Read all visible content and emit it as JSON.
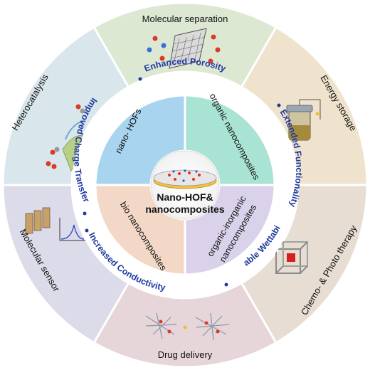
{
  "center": {
    "line1": "Nano-HOF&",
    "line2": "nanocomposites"
  },
  "applications": {
    "molecular_separation": "Molecular separation",
    "energy_storage": "Energy storage",
    "chemo_photo_therapy": "Chemo- & Photo therapy",
    "drug_delivery": "Drug delivery",
    "molecular_sensor": "Molecular sensor",
    "heterocatalysis": "Heterocatalysis"
  },
  "properties": {
    "enhanced_porosity": "Enhanced Porosity",
    "extended_functionality": "Extended Functionality",
    "tunable_wettability": "Tunable Wettability",
    "increased_conductivity": "Increased Conductivity",
    "improved_charge_transfer": "Improved Charge Transfer"
  },
  "materials": {
    "nano_hofs": "nano- HOFs",
    "organic_nanocomposites": "organic nanocomposites",
    "organic_inorganic_line1": "organic-inorganic",
    "organic_inorganic_line2": "nanocomposites",
    "bio_nanocomposites": "bio nanocomposites"
  },
  "colors": {
    "molecular_separation": "#dce8d2",
    "energy_storage": "#efe3cd",
    "chemo_photo_therapy": "#e8ddd3",
    "drug_delivery": "#e6d5d9",
    "molecular_sensor": "#dcdbe9",
    "heterocatalysis": "#d9e6ec",
    "nano_hofs": "#a9d4ef",
    "organic_nanocomposites": "#a8e3d3",
    "organic_inorganic": "#dad2ea",
    "bio_nanocomposites": "#f3d8c7",
    "ring_text": "#1f3aa0"
  }
}
